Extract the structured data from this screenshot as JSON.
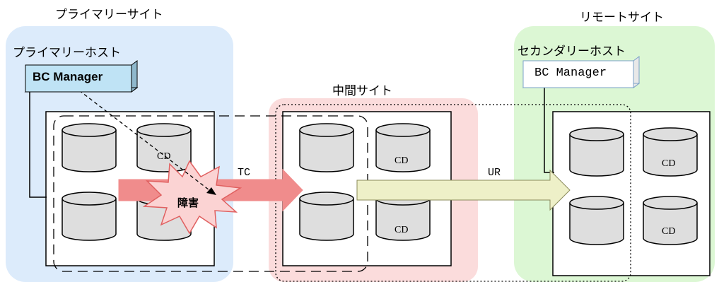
{
  "sites": {
    "primary": {
      "title": "プライマリーサイト",
      "color": "#dcebfb"
    },
    "intermediate": {
      "title": "中間サイト",
      "color": "#fbdcdc"
    },
    "remote": {
      "title": "リモートサイト",
      "color": "#dcf7d4"
    }
  },
  "hosts": {
    "primary": {
      "title": "プライマリーホスト",
      "manager_label": "BC Manager"
    },
    "secondary": {
      "title": "セカンダリーホスト",
      "manager_label": "BC Manager"
    }
  },
  "volumes": {
    "cd_label": "CD"
  },
  "links": {
    "tc_label": "TC",
    "ur_label": "UR"
  },
  "failure": {
    "label": "障害"
  },
  "colors": {
    "tc_arrow": "#f08c8c",
    "ur_arrow": "#eef0c8",
    "failure_burst": "#fbd3d3",
    "manager_primary": "#bfe3f5",
    "manager_secondary": "#ffffff",
    "cylinder": "#dedede"
  }
}
